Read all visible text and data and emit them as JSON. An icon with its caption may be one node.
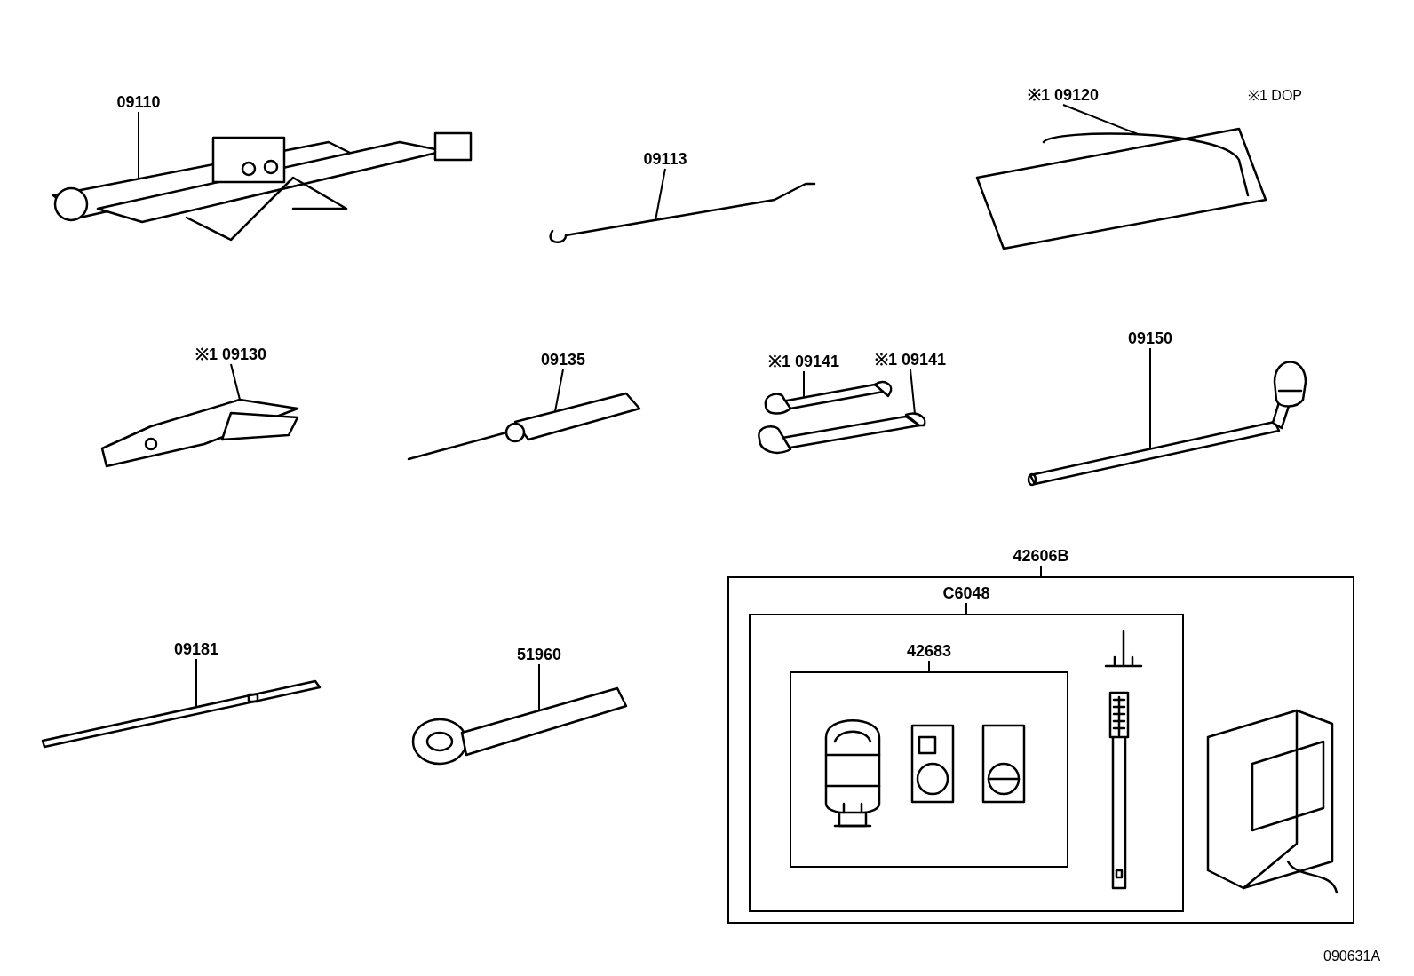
{
  "diagram": {
    "nodes": [
      {
        "text": [
          "09110"
        ]
      },
      {
        "text": [],
        "shape": "picture"
      },
      {
        "text": [
          "09113"
        ]
      },
      {
        "text": [],
        "shape": "picture"
      },
      {
        "text": [
          "※1 09120"
        ]
      },
      {
        "text": [],
        "shape": "picture"
      },
      {
        "text": [
          "※1 09130"
        ]
      },
      {
        "text": [],
        "shape": "picture"
      },
      {
        "text": [
          "09135"
        ]
      },
      {
        "text": [],
        "shape": "picture"
      },
      {
        "text": [
          "※1 09141"
        ]
      },
      {
        "text": [],
        "shape": "picture"
      },
      {
        "text": [
          "※1 09141"
        ]
      },
      {
        "text": [],
        "shape": "picture"
      },
      {
        "text": [
          "09150"
        ]
      },
      {
        "text": [],
        "shape": "picture"
      },
      {
        "text": [
          "09181"
        ]
      },
      {
        "text": [],
        "shape": "picture"
      },
      {
        "text": [
          "51960"
        ]
      },
      {
        "text": [],
        "shape": "picture"
      },
      {
        "text": [
          "42606B"
        ]
      },
      {
        "text": [
          "C6048"
        ],
        "in": 20
      },
      {
        "text": [
          "42683"
        ],
        "in": 21
      },
      {
        "text": [],
        "shape": "picture",
        "in": 22
      },
      {
        "text": [],
        "shape": "picture",
        "in": 22
      },
      {
        "text": [],
        "shape": "picture",
        "in": 22
      },
      {
        "text": [],
        "shape": "picture",
        "in": 21
      },
      {
        "text": [],
        "shape": "picture",
        "in": 21
      },
      {
        "text": [],
        "shape": "picture",
        "in": 20
      }
    ],
    "edges": [
      {
        "from": 0,
        "to": 1,
        "arrow": "none"
      },
      {
        "from": 2,
        "to": 3,
        "arrow": "none"
      },
      {
        "from": 4,
        "to": 5,
        "arrow": "none"
      },
      {
        "from": 6,
        "to": 7,
        "arrow": "none"
      },
      {
        "from": 8,
        "to": 9,
        "arrow": "none"
      },
      {
        "from": 10,
        "to": 11,
        "arrow": "none"
      },
      {
        "from": 12,
        "to": 13,
        "arrow": "none"
      },
      {
        "from": 14,
        "to": 15,
        "arrow": "none"
      },
      {
        "from": 16,
        "to": 17,
        "arrow": "none"
      },
      {
        "from": 18,
        "to": 19,
        "arrow": "none"
      }
    ],
    "labels": [
      "※1 DOP",
      "090631A"
    ]
  }
}
